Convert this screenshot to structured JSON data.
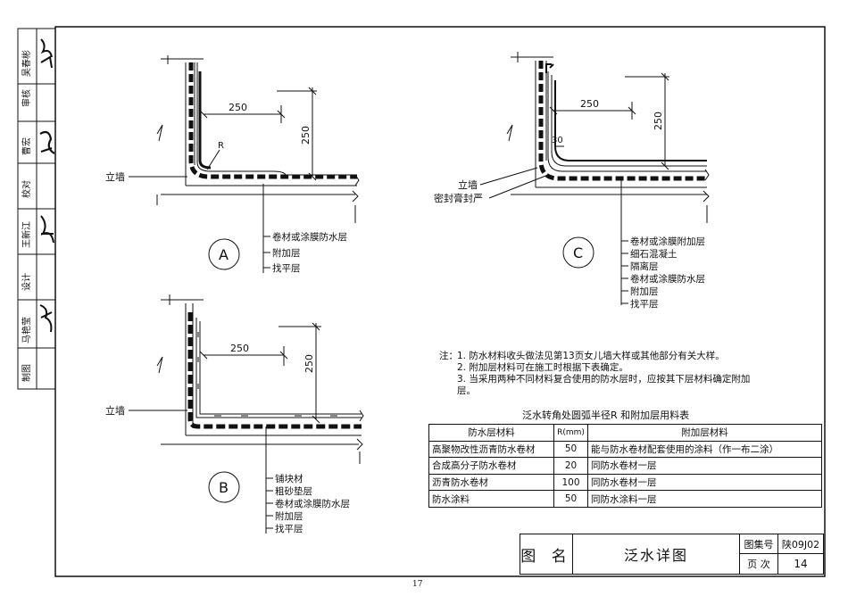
{
  "sidebar": {
    "roles": [
      "审核",
      "校对",
      "设计",
      "制图"
    ],
    "names": [
      "吴春彬",
      "曹宏",
      "王新江",
      "马艳莹"
    ]
  },
  "detail_a": {
    "label": "A",
    "wall_label": "立墙",
    "dim_h": "250",
    "dim_v": "250",
    "radius": "R",
    "layers": [
      "卷材或涂膜防水层",
      "附加层",
      "找平层"
    ]
  },
  "detail_b": {
    "label": "B",
    "wall_label": "立墙",
    "dim_h": "250",
    "dim_v": "250",
    "layers": [
      "铺块材",
      "粗砂垫层",
      "卷材或涂膜防水层",
      "附加层",
      "找平层"
    ]
  },
  "detail_c": {
    "label": "C",
    "wall_label": "立墙",
    "sealant_label": "密封膏封严",
    "dim_h": "250",
    "dim_v": "250",
    "dim_small": "30",
    "layers": [
      "卷材或涂膜附加层",
      "细石混凝土",
      "隔离层",
      "卷材或涂膜防水层",
      "附加层",
      "找平层"
    ]
  },
  "notes": {
    "prefix": "注：",
    "items": [
      "1. 防水材料收头做法见第13页女儿墙大样或其他部分有关大样。",
      "2. 附加层材料可在施工时根据下表确定。",
      "3. 当采用两种不同材料复合使用的防水层时，应按其下层材料确定附加层。"
    ]
  },
  "table": {
    "title": "泛水转角处圆弧半径R 和附加层用料表",
    "headers": [
      "防水层材料",
      "R(mm)",
      "附加层材料"
    ],
    "rows": [
      [
        "高聚物改性沥青防水卷材",
        "50",
        "能与防水卷材配套使用的涂料（作一布二涂）"
      ],
      [
        "合成高分子防水卷材",
        "20",
        "同防水卷材一层"
      ],
      [
        "沥青防水卷材",
        "100",
        "同防水卷材一层"
      ],
      [
        "防水涂料",
        "50",
        "同防水涂料一层"
      ]
    ]
  },
  "title_block": {
    "name_label": "图 名",
    "drawing_name": "泛水详图",
    "atlas_label": "图集号",
    "atlas_no": "陕09J02",
    "page_label": "页 次",
    "page_no": "14"
  },
  "page_number": "17"
}
